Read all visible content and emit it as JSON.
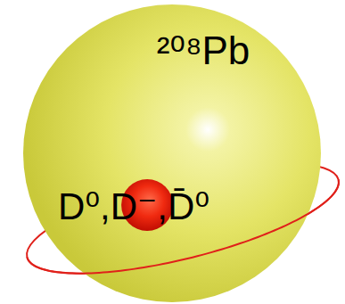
{
  "diagram": {
    "nodes": [
      {
        "text": [
          "²⁰⁸Pb"
        ]
      },
      {
        "text": [
          "D⁰,D⁻,D̄⁰"
        ],
        "in": 0
      }
    ]
  }
}
